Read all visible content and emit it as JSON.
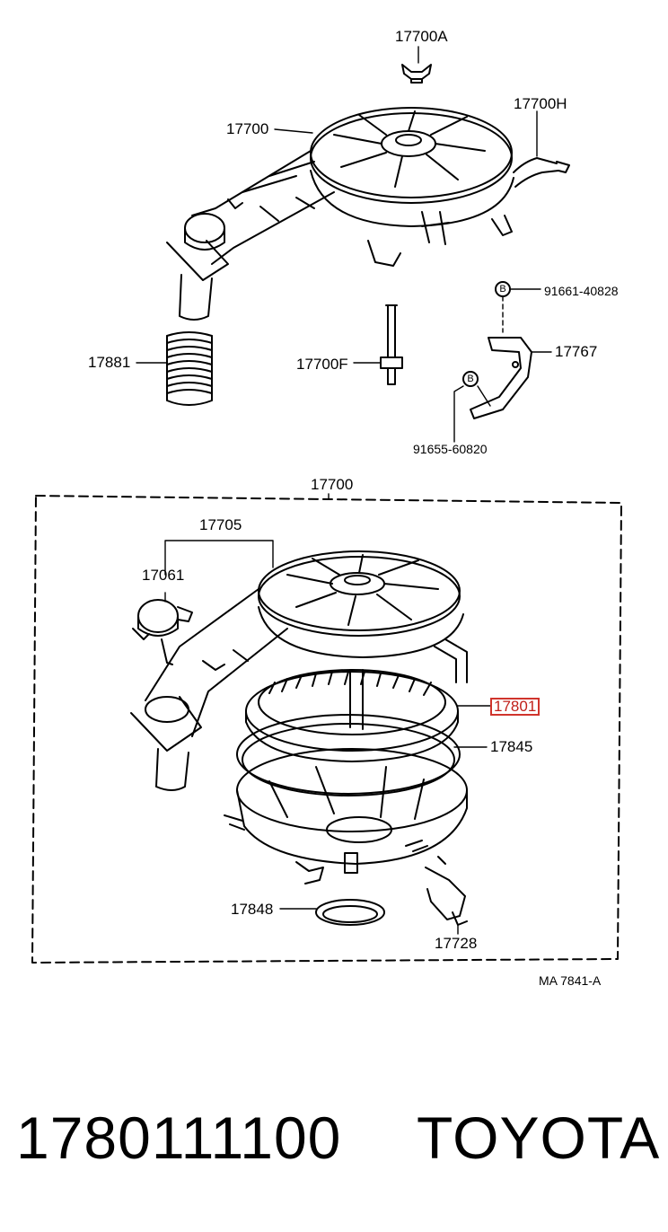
{
  "labels": {
    "p17700A": "17700A",
    "p17700_top": "17700",
    "p17700H": "17700H",
    "p91661": "91661-40828",
    "p17767": "17767",
    "p17881": "17881",
    "p17700F": "17700F",
    "p91655": "91655-60820",
    "p17700_group": "17700",
    "p17705": "17705",
    "p17061": "17061",
    "p17801": "17801",
    "p17845": "17845",
    "p17848": "17848",
    "p17728": "17728",
    "bolt_marker": "B",
    "drawing_ref": "MA  7841-A"
  },
  "highlight": {
    "part": "17801",
    "color": "#d0342c"
  },
  "footer": {
    "part_number": "1780111100",
    "brand": "TOYOTA"
  }
}
